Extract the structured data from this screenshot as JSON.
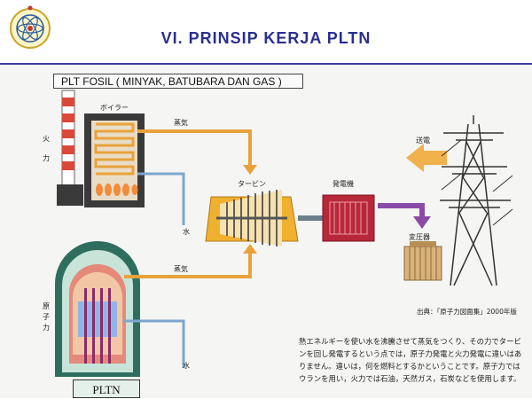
{
  "header": {
    "title": "VI. PRINSIP  KERJA  PLTN"
  },
  "labels": {
    "fossil": "PLT FOSIL ( MINYAK, BATUBARA DAN GAS )",
    "pltn": "PLTN",
    "fire_power_1": "火",
    "fire_power_2": "力",
    "nuclear_1": "原",
    "nuclear_2": "子",
    "nuclear_3": "力",
    "boiler": "ボイラー",
    "steam_top": "蒸気",
    "steam_bottom": "蒸気",
    "water_top": "水",
    "water_bottom": "水",
    "turbine": "タービン",
    "generator": "発電機",
    "transmission": "送電",
    "transformer": "変圧器",
    "source": "出典：「原子力図面集」2000年版"
  },
  "note": {
    "text": "熱エネルギーを使い水を沸騰させて蒸気をつくり、その力でタービンを回し発電するという点では，原子力発電と火力発電に違いはありません。違いは，何を燃料とするかということです。原子力ではウランを用い，火力では石油，天然ガス，石炭などを使用します。"
  },
  "colors": {
    "title": "#2b2f8f",
    "steam_pipe": "#e9a23b",
    "water_pipe": "#7da6cf",
    "generator": "#b8283a",
    "turbine": "#f0b030",
    "reactor_shell": "#2f6e5e",
    "arrow_violet": "#8a4aa8",
    "arrow_orange": "#f2b14a"
  }
}
